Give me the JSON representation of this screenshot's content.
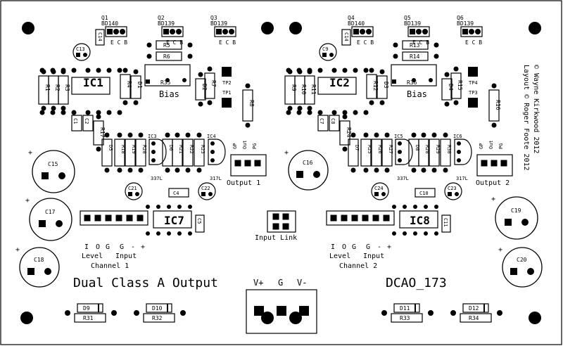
{
  "board": {
    "title": "Dual Class A Output",
    "code": "DCAO_173",
    "credits": [
      "© Wayne Kirkwood 2012",
      "Layout © Roger Foote 2012"
    ]
  },
  "power": {
    "labels": [
      "V+",
      "G",
      "V-"
    ]
  },
  "input_link": {
    "label": "Input Link"
  },
  "channels": [
    {
      "name": "Channel 1",
      "level": "Level",
      "input": "Input",
      "pins": [
        "I",
        "O",
        "G",
        "G",
        "-",
        "+"
      ],
      "output": "Output 1",
      "bias": "Bias",
      "ic_main": "IC1",
      "ic_out": "IC7",
      "transistors": [
        {
          "ref": "Q1",
          "part": "BD140"
        },
        {
          "ref": "Q2",
          "part": "BD139"
        },
        {
          "ref": "Q3",
          "part": "BD139"
        }
      ],
      "ecb": "E C B",
      "ic_small": [
        {
          "ref": "IC3",
          "part": "337L"
        },
        {
          "ref": "IC4",
          "part": "317L"
        }
      ],
      "caps": [
        "C13",
        "C14",
        "C15",
        "C17",
        "C18",
        "C21",
        "C22",
        "C4",
        "C5",
        "C1",
        "C2"
      ],
      "resistors": [
        "R1",
        "R2",
        "R3",
        "R4",
        "R5",
        "R6",
        "R7",
        "R8",
        "R17",
        "R18",
        "R19",
        "R20",
        "R21",
        "R22",
        "R23",
        "R31",
        "R32",
        "R35"
      ],
      "diodes": [
        "D1",
        "D2",
        "D5",
        "D6",
        "D9",
        "D10"
      ],
      "testpoints": [
        "TP1",
        "TP2"
      ],
      "out_pins": [
        "GP",
        "Out",
        "PG"
      ]
    },
    {
      "name": "Channel 2",
      "level": "Level",
      "input": "Input",
      "pins": [
        "I",
        "O",
        "G",
        "G",
        "-",
        "+"
      ],
      "output": "Output 2",
      "bias": "Bias",
      "ic_main": "IC2",
      "ic_out": "IC8",
      "transistors": [
        {
          "ref": "Q4",
          "part": "BD140"
        },
        {
          "ref": "Q5",
          "part": "BD139"
        },
        {
          "ref": "Q6",
          "part": "BD139"
        }
      ],
      "ecb": "E C B",
      "ic_small": [
        {
          "ref": "IC5",
          "part": "337L"
        },
        {
          "ref": "IC6",
          "part": "317L"
        }
      ],
      "caps": [
        "C9",
        "C14",
        "C16",
        "C19",
        "C20",
        "C24",
        "C23",
        "C10",
        "C11",
        "C7",
        "C8"
      ],
      "resistors": [
        "R9",
        "R10",
        "R11",
        "R12",
        "R13",
        "R14",
        "R15",
        "R16",
        "R24",
        "R25",
        "R26",
        "R27",
        "R28",
        "R29",
        "R30",
        "R33",
        "R34",
        "R36"
      ],
      "diodes": [
        "D3",
        "D4",
        "D7",
        "D8",
        "D11",
        "D12"
      ],
      "testpoints": [
        "TP3",
        "TP4"
      ],
      "out_pins": [
        "GP",
        "Out",
        "PG"
      ]
    }
  ]
}
